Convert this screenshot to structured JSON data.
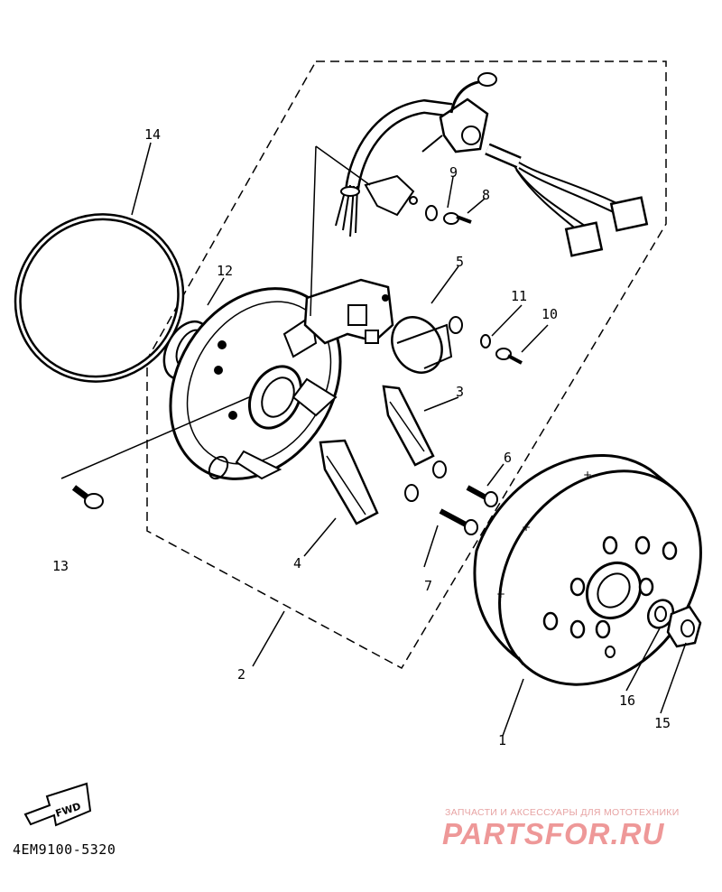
{
  "diagram": {
    "part_code": "4EM9100-5320",
    "fwd_badge": "FWD",
    "callouts": [
      {
        "id": "c1",
        "label": "1"
      },
      {
        "id": "c2",
        "label": "2"
      },
      {
        "id": "c3",
        "label": "3"
      },
      {
        "id": "c4",
        "label": "4"
      },
      {
        "id": "c5",
        "label": "5"
      },
      {
        "id": "c6",
        "label": "6"
      },
      {
        "id": "c7",
        "label": "7"
      },
      {
        "id": "c8",
        "label": "8"
      },
      {
        "id": "c9",
        "label": "9"
      },
      {
        "id": "c10",
        "label": "10"
      },
      {
        "id": "c11",
        "label": "11"
      },
      {
        "id": "c12",
        "label": "12"
      },
      {
        "id": "c13",
        "label": "13"
      },
      {
        "id": "c14",
        "label": "14"
      },
      {
        "id": "c15",
        "label": "15"
      },
      {
        "id": "c16",
        "label": "16"
      }
    ]
  },
  "watermark": {
    "tagline": "ЗАПЧАСТИ И АКСЕССУАРЫ ДЛЯ МОТОТЕХНИКИ",
    "site": "PARTSFOR.RU",
    "color": "#ee9898"
  }
}
